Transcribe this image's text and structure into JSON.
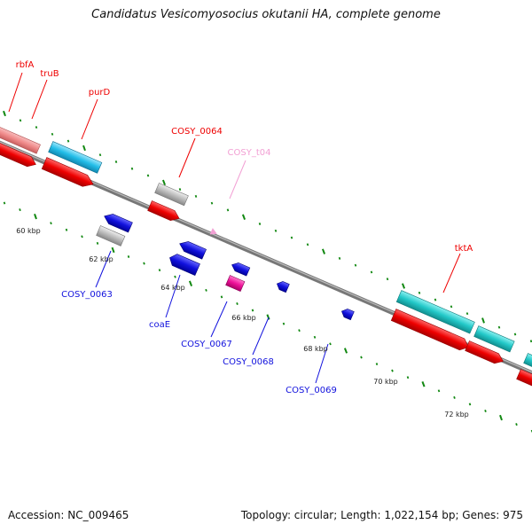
{
  "title": "Candidatus Vesicomyosocius okutanii HA, complete genome",
  "footer": {
    "accession": "Accession: NC_009465",
    "topology": "Topology: circular; Length: 1,022,154 bp; Genes: 975"
  },
  "colors": {
    "red": "#ee0000",
    "pink_red": "#f08a8a",
    "light_blue": "#33c4ea",
    "gray": "#bbbbbb",
    "blue": "#1111dd",
    "magenta": "#ee1199",
    "pale_pink": "#f2a0d4",
    "teal": "#22c8c8",
    "tick_green": "#118811"
  },
  "scale_labels": [
    "60 kbp",
    "62 kbp",
    "64 kbp",
    "66 kbp",
    "68 kbp",
    "70 kbp",
    "72 kbp"
  ],
  "gene_labels": [
    {
      "id": "rbfA",
      "text": "rbfA",
      "color": "red"
    },
    {
      "id": "truB",
      "text": "truB",
      "color": "red"
    },
    {
      "id": "purD",
      "text": "purD",
      "color": "red"
    },
    {
      "id": "cosy-0064",
      "text": "COSY_0064",
      "color": "red"
    },
    {
      "id": "cosy-t04",
      "text": "COSY_t04",
      "color": "pale_pink"
    },
    {
      "id": "tktA",
      "text": "tktA",
      "color": "red"
    },
    {
      "id": "cosy-0063",
      "text": "COSY_0063",
      "color": "blue"
    },
    {
      "id": "coaE",
      "text": "coaE",
      "color": "blue"
    },
    {
      "id": "cosy-0067",
      "text": "COSY_0067",
      "color": "blue"
    },
    {
      "id": "cosy-0068",
      "text": "COSY_0068",
      "color": "blue"
    },
    {
      "id": "cosy-0069",
      "text": "COSY_0069",
      "color": "blue"
    }
  ]
}
